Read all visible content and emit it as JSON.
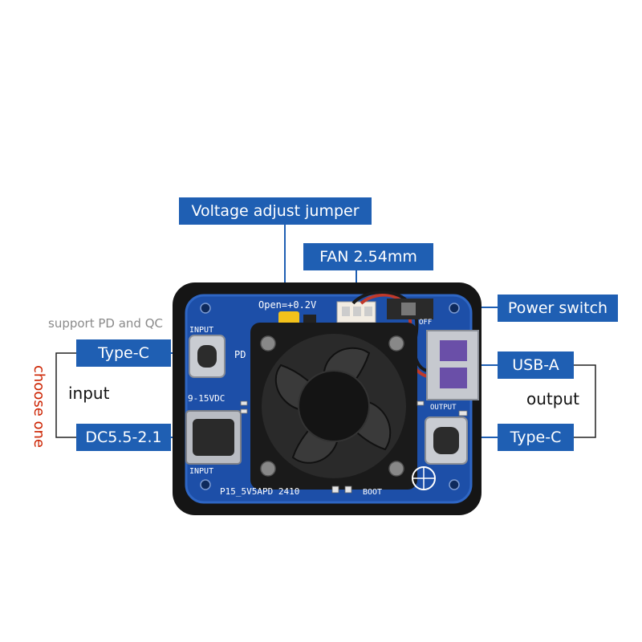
{
  "callouts": {
    "voltage_jumper": "Voltage adjust jumper",
    "fan": "FAN 2.54mm",
    "power_switch": "Power switch",
    "input_typec": "Type-C",
    "input_dc": "DC5.5-2.1",
    "output_usba": "USB-A",
    "output_typec": "Type-C"
  },
  "notes": {
    "support": "support PD and QC",
    "choose_one": "choose one",
    "input": "input",
    "output": "output"
  },
  "board_silkscreen": {
    "open_voltage": "Open=+0.2V",
    "input_top": "INPUT",
    "pd": "PD",
    "voltage_range": "9-15VDC",
    "input_bottom": "INPUT",
    "output": "OUTPUT",
    "model": "P15_5V5APD 2410",
    "boot": "BOOT",
    "off": "OFF"
  },
  "colors": {
    "callout_bg": "#1f5fb3",
    "choose_one": "#cc2200",
    "pcb": "#1d4fa8",
    "case": "#151515",
    "fan": "#1a1a1a",
    "usb_insert": "#6a4fa8"
  }
}
